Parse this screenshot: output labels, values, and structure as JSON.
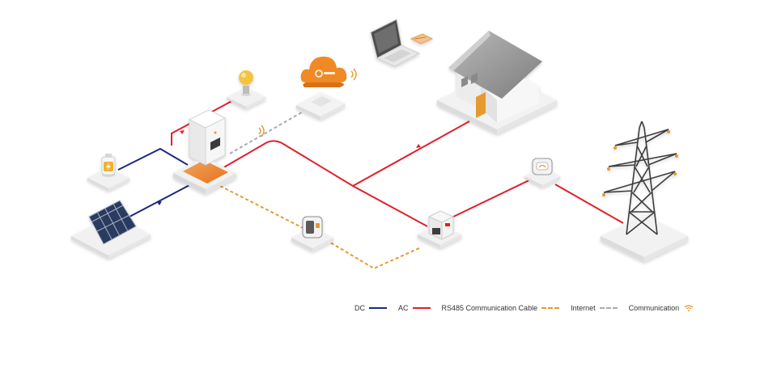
{
  "colors": {
    "dc": "#1b2a7a",
    "ac": "#e11f2b",
    "rs485": "#e69a2e",
    "internet": "#a9a9b2",
    "accent": "#f08a24"
  },
  "devices": [
    {
      "id": "solar-panel",
      "icon": "solar-panel-icon"
    },
    {
      "id": "battery",
      "icon": "battery-icon"
    },
    {
      "id": "inverter",
      "icon": "inverter-icon"
    },
    {
      "id": "smart-load",
      "icon": "light-bulb-icon"
    },
    {
      "id": "cloud",
      "icon": "cloud-icon"
    },
    {
      "id": "router",
      "icon": "router-icon"
    },
    {
      "id": "laptop",
      "icon": "laptop-icon"
    },
    {
      "id": "house",
      "icon": "house-icon"
    },
    {
      "id": "meter",
      "icon": "meter-icon"
    },
    {
      "id": "grid-meter",
      "icon": "grid-meter-icon"
    },
    {
      "id": "energy-meter",
      "icon": "energy-meter-icon"
    },
    {
      "id": "power-tower",
      "icon": "transmission-tower-icon"
    }
  ],
  "legend": {
    "dc": "DC",
    "ac": "AC",
    "rs485": "RS485 Communication Cable",
    "internet": "Internet",
    "communication": "Communication"
  }
}
